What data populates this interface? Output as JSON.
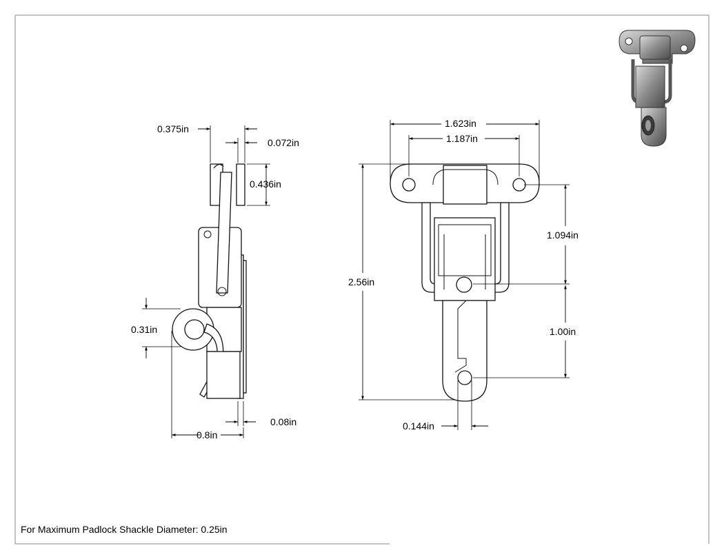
{
  "dimensions": {
    "side_width": "0.375in",
    "side_thickness": "0.072in",
    "side_tab_height": "0.436in",
    "shackle_diameter": "0.31in",
    "base_thickness": "0.08in",
    "side_depth": "0.8in",
    "overall_width": "1.623in",
    "hole_spacing": "1.187in",
    "overall_height": "2.56in",
    "upper_spacing": "1.094in",
    "lower_spacing": "1.00in",
    "hole_diameter": "0.144in"
  },
  "note": "For Maximum Padlock Shackle Diameter: 0.25in",
  "colors": {
    "line": "#111111",
    "background": "#ffffff",
    "shade": "#8a8a8a"
  }
}
